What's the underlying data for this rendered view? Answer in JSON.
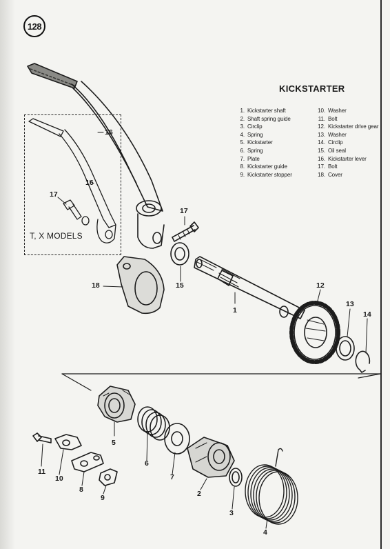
{
  "page_number": "128",
  "title": "KICKSTARTER",
  "parts_left": [
    {
      "num": "1.",
      "name": "Kickstarter shaft"
    },
    {
      "num": "2.",
      "name": "Shaft spring guide"
    },
    {
      "num": "3.",
      "name": "Circlip"
    },
    {
      "num": "4.",
      "name": "Spring"
    },
    {
      "num": "5.",
      "name": "Kickstarter"
    },
    {
      "num": "6.",
      "name": "Spring"
    },
    {
      "num": "7.",
      "name": "Plate"
    },
    {
      "num": "8.",
      "name": "Kickstarter guide"
    },
    {
      "num": "9.",
      "name": "Kickstarter stopper"
    }
  ],
  "parts_right": [
    {
      "num": "10.",
      "name": "Washer"
    },
    {
      "num": "11.",
      "name": "Bolt"
    },
    {
      "num": "12.",
      "name": "Kickstarter drive gear"
    },
    {
      "num": "13.",
      "name": "Washer"
    },
    {
      "num": "14.",
      "name": "Circlip"
    },
    {
      "num": "15.",
      "name": "Oil seal"
    },
    {
      "num": "16.",
      "name": "Kickstarter lever"
    },
    {
      "num": "17.",
      "name": "Bolt"
    },
    {
      "num": "18.",
      "name": "Cover"
    }
  ],
  "models_label": "T, X MODELS",
  "callouts": {
    "c16a": "16",
    "c16b": "16",
    "c17a": "17",
    "c17b": "17",
    "c18": "18",
    "c15": "15",
    "c1": "1",
    "c12": "12",
    "c13": "13",
    "c14": "14",
    "c5": "5",
    "c11": "11",
    "c10": "10",
    "c8": "8",
    "c9": "9",
    "c6": "6",
    "c7": "7",
    "c2": "2",
    "c3": "3",
    "c4": "4"
  }
}
